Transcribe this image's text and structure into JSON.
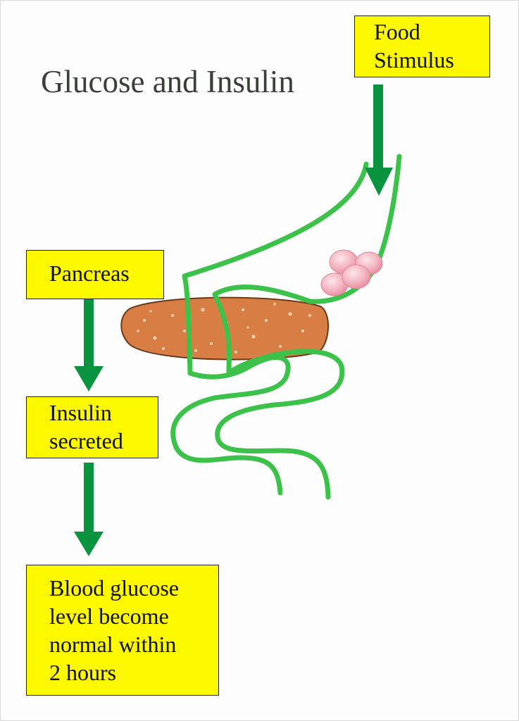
{
  "title": "Glucose and Insulin",
  "boxes": {
    "food_stimulus": [
      "Food",
      "Stimulus"
    ],
    "pancreas": [
      "Pancreas"
    ],
    "insulin_secreted": [
      "Insulin",
      "secreted"
    ],
    "blood_glucose": [
      "Blood glucose",
      "level become",
      "normal within",
      "2 hours"
    ]
  },
  "colors": {
    "box_fill": "#fcf800",
    "arrow": "#0a9440",
    "intestine_outline": "#3cc24a",
    "pancreas_fill": "#d87d43",
    "food_particles": "#f4b6c2",
    "title_text": "#3a3f3a"
  }
}
